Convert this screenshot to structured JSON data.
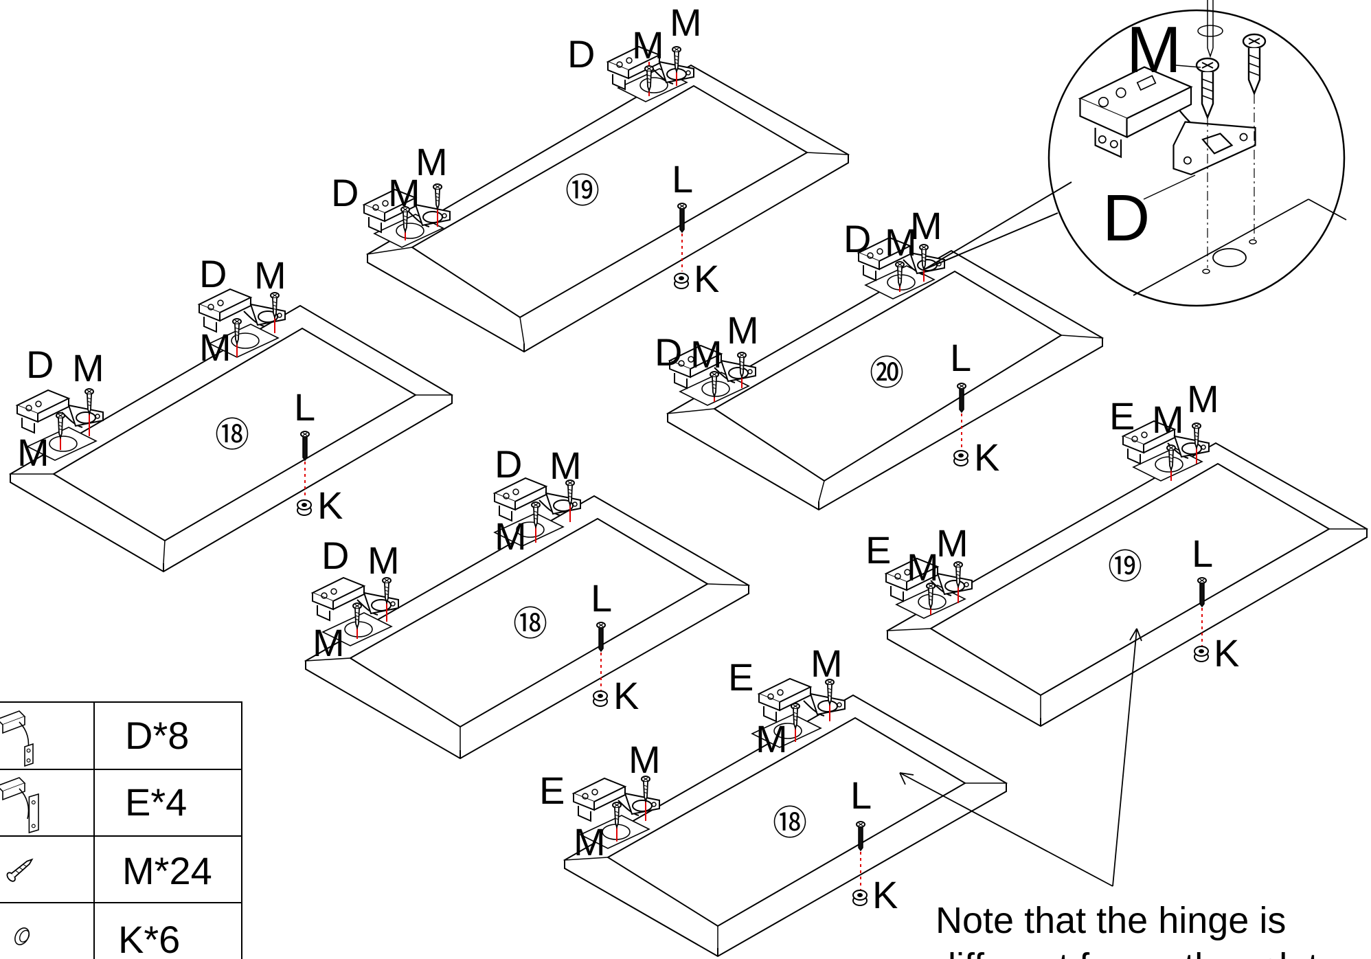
{
  "labels": {
    "hinge_standard": "D",
    "hinge_alternate": "E",
    "screw_hinge": "M",
    "screw_knob": "L",
    "knob": "K"
  },
  "panels": [
    {
      "id": "p19a",
      "number": "⑲",
      "hinge": "D"
    },
    {
      "id": "p18a",
      "number": "⑱",
      "hinge": "D"
    },
    {
      "id": "p20",
      "number": "⑳",
      "hinge": "D"
    },
    {
      "id": "p18b",
      "number": "⑱",
      "hinge": "D"
    },
    {
      "id": "p19b",
      "number": "⑲",
      "hinge": "E"
    },
    {
      "id": "p18c",
      "number": "⑱",
      "hinge": "E"
    }
  ],
  "detail": {
    "label_screw": "M",
    "label_hinge": "D"
  },
  "note": {
    "line1": "Note that the hinge is",
    "line2": "different from other plate"
  },
  "parts_table": [
    {
      "icon": "hinge-d-icon",
      "text": "D*8"
    },
    {
      "icon": "hinge-e-icon",
      "text": "E*4"
    },
    {
      "icon": "screw-icon",
      "text": "M*24"
    },
    {
      "icon": "knob-icon",
      "text": "K*6"
    }
  ],
  "colors": {
    "line": "#000000",
    "guide": "#e00000"
  }
}
